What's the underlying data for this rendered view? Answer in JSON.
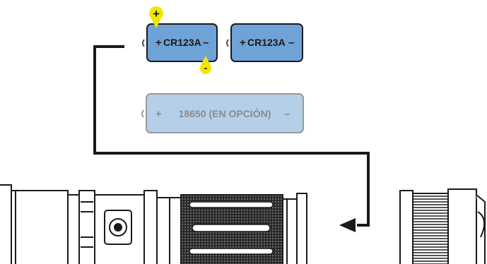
{
  "batteries": {
    "cell_1": {
      "plus": "+",
      "label": "CR123A",
      "minus": "–"
    },
    "cell_2": {
      "plus": "+",
      "label": "CR123A",
      "minus": "–"
    },
    "optional": {
      "plus": "+",
      "label": "18650 (EN OPCIÓN)",
      "minus": "–"
    }
  },
  "polarity_markers": {
    "positive": "+",
    "negative": "-"
  },
  "colors": {
    "battery_fill": "#6fa3d8",
    "battery_border": "#1a1a1a",
    "optional_fill": "#b6cfe9",
    "optional_border": "#9a9a9a",
    "marker": "#f2e600",
    "line": "#1a1a1a"
  }
}
